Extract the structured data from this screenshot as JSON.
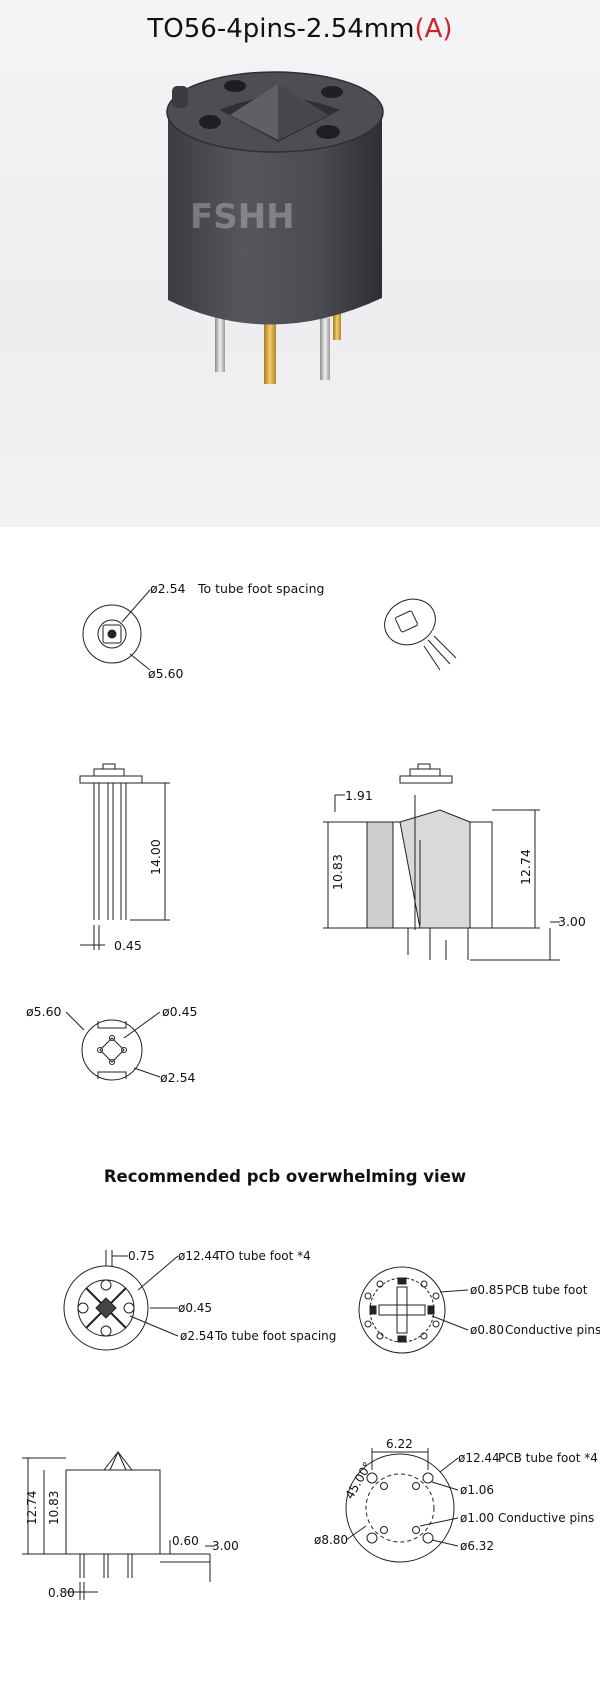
{
  "title": {
    "main": "TO56-4pins-2.54mm",
    "paren_open": "(",
    "variant": "A",
    "paren_close": ")",
    "accent_color": "#d0202a"
  },
  "watermark": "FSHH",
  "views": {
    "top_view": {
      "spacing_label": "ø2.54",
      "spacing_note": "To tube foot spacing",
      "diameter_label": "ø5.60"
    },
    "side_view": {
      "height_label": "14.00",
      "pin_width_label": "0.45"
    },
    "section_view": {
      "top_label": "1.91",
      "body_label": "10.83",
      "total_label": "12.74",
      "pin_label": "3.00"
    },
    "bottom_view": {
      "outer_label": "ø5.60",
      "pin_label": "ø0.45",
      "pitch_label": "ø2.54"
    }
  },
  "pcb_section": {
    "title": "Recommended pcb overwhelming view",
    "socket_top": {
      "slot_label": "0.75",
      "outer_label": "ø12.44",
      "outer_note": "TO tube foot *4",
      "pin_label": "ø0.45",
      "spacing_label": "ø2.54",
      "spacing_note": "To tube foot spacing"
    },
    "pcb_pads": {
      "hole_label": "ø0.85",
      "hole_note": "PCB tube foot",
      "pin_label": "ø0.80",
      "pin_note": "Conductive pins"
    },
    "socket_side": {
      "total_label": "12.74",
      "body_label": "10.83",
      "gap_label": "0.60",
      "pin_label": "3.00",
      "pin_width_label": "0.80"
    },
    "pcb_layout": {
      "pitch_label": "6.22",
      "angle_label": "45.00°",
      "outer_label": "ø12.44",
      "outer_note": "PCB tube foot *4",
      "hole_label": "ø1.06",
      "pin_label": "ø1.00",
      "pin_note": "Conductive pins",
      "board_label": "ø8.80",
      "circle_label": "ø6.32"
    }
  }
}
